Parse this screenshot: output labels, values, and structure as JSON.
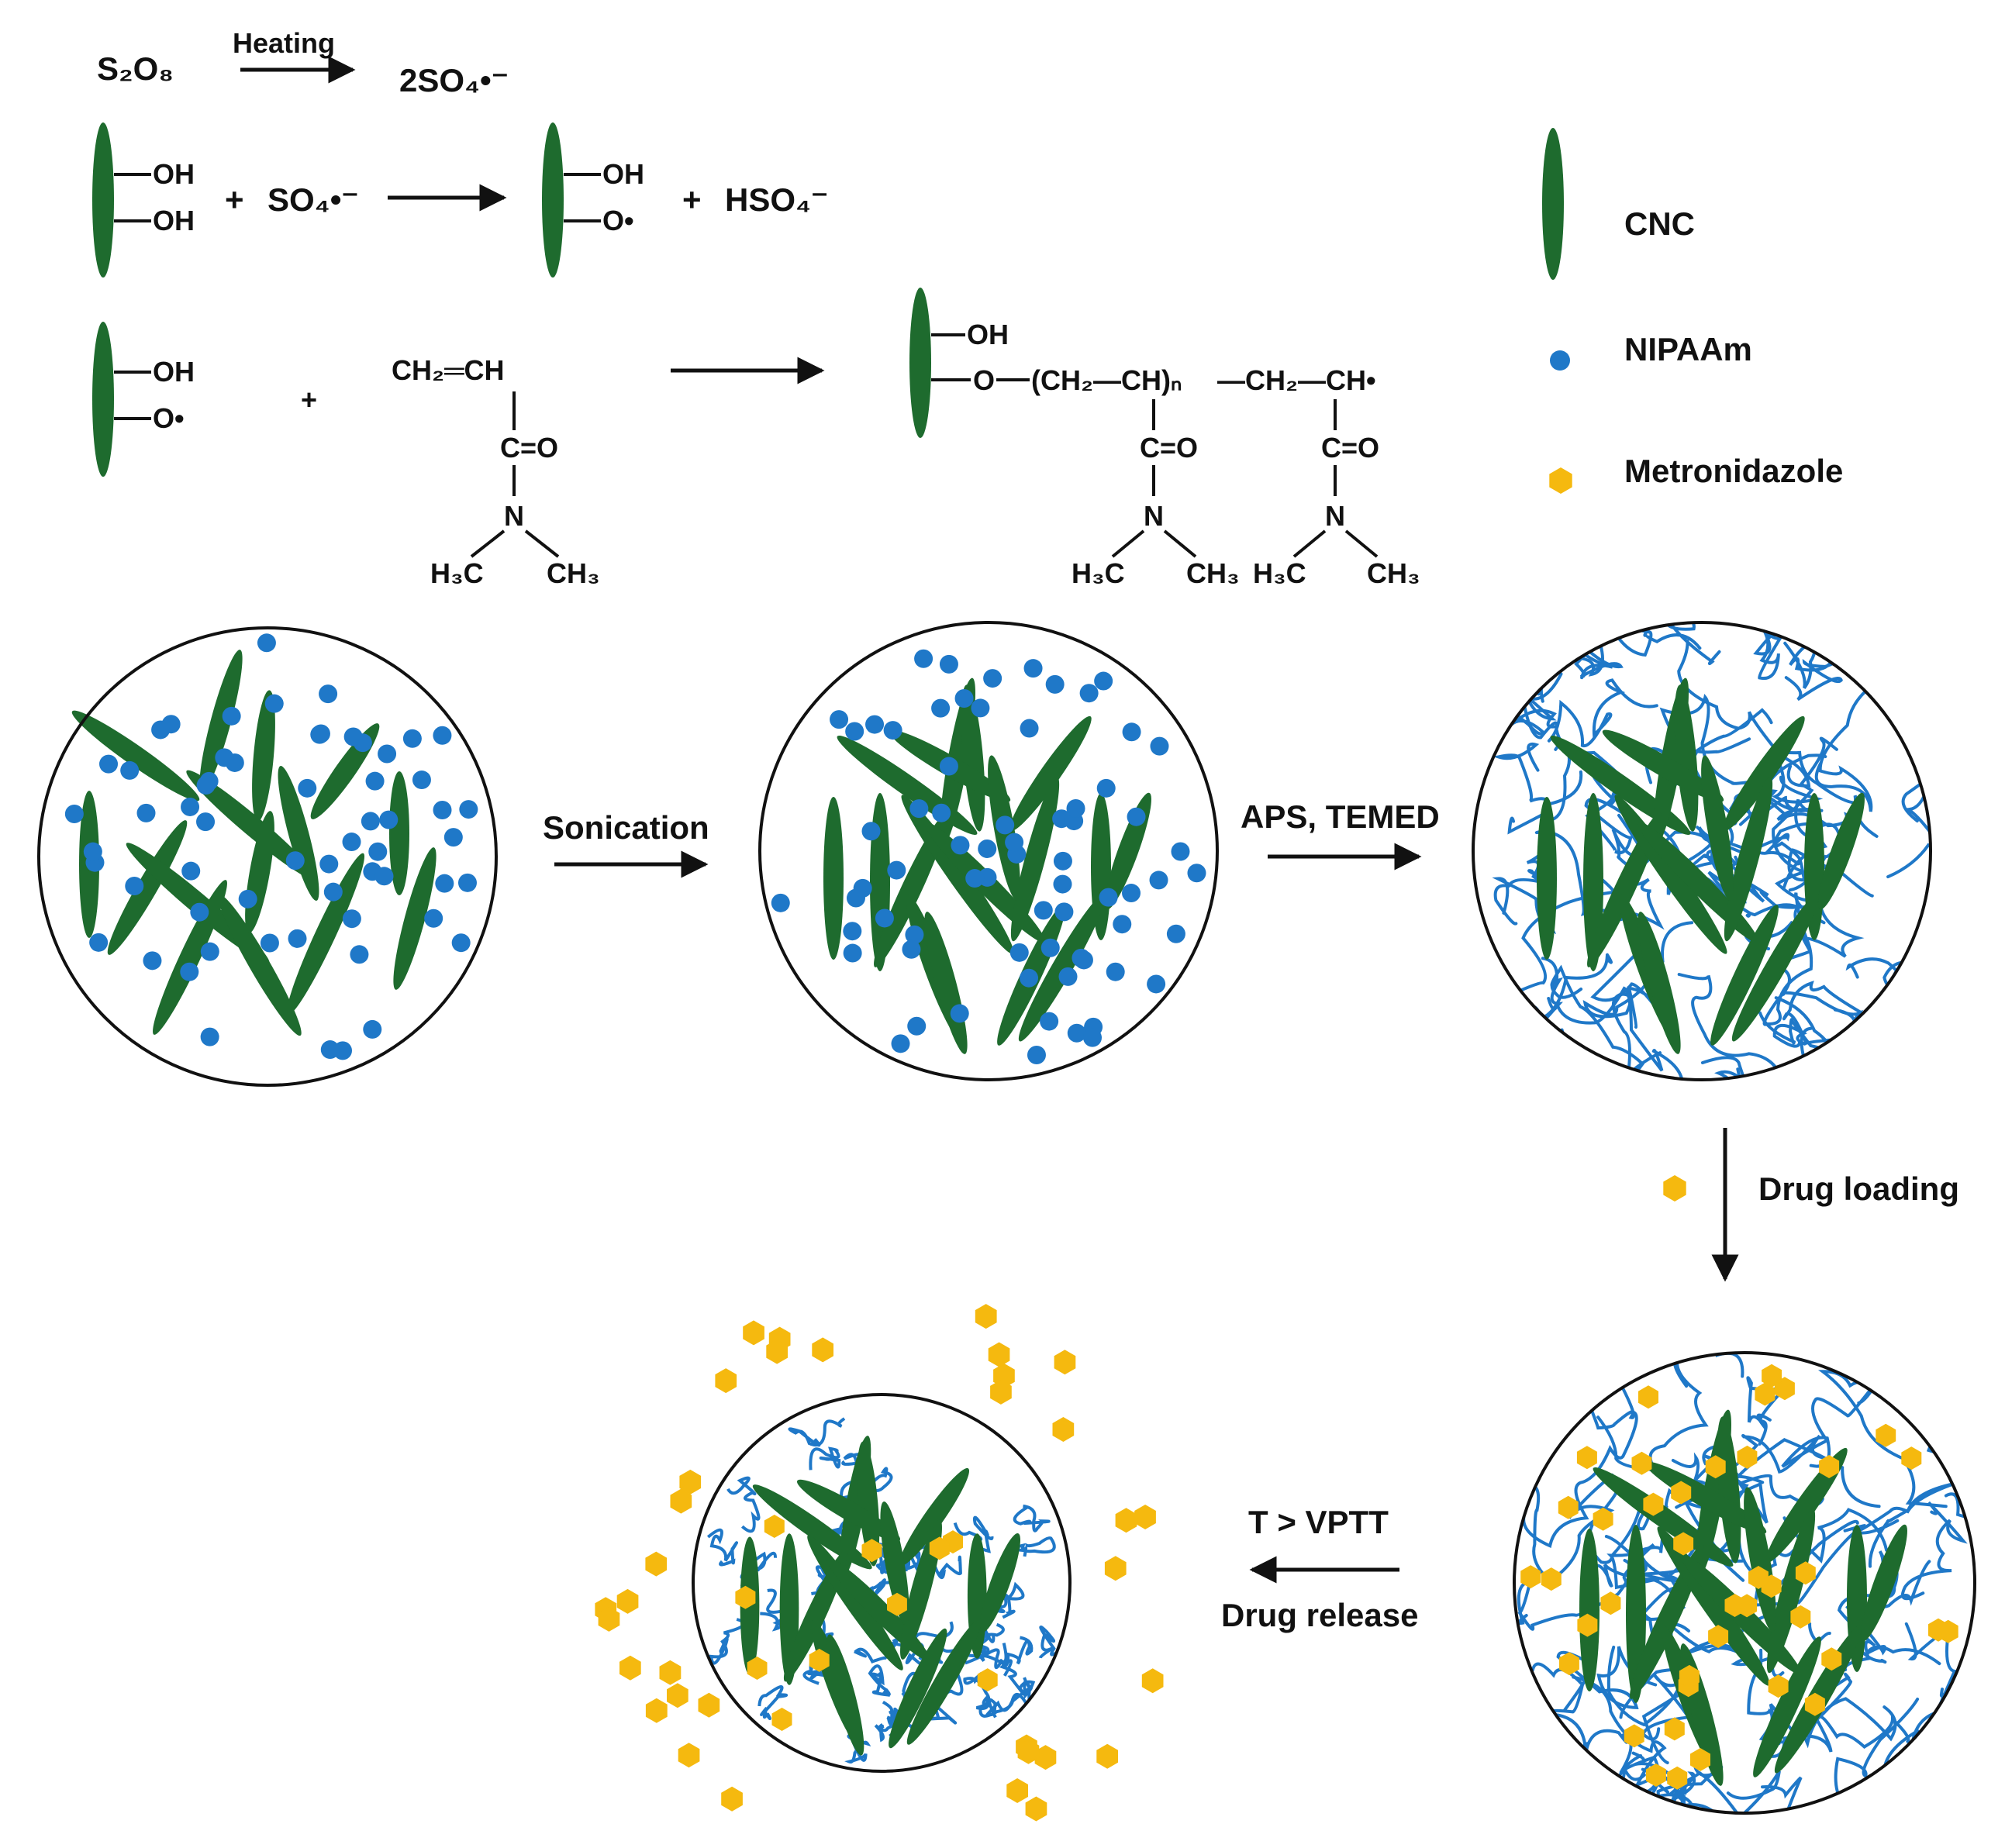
{
  "colors": {
    "cnc": "#1e6b2e",
    "nipaam": "#1f78c8",
    "metronidazole": "#f5b90f",
    "network": "#1f78c8",
    "outline": "#111111"
  },
  "legend": {
    "cnc": "CNC",
    "nipaam": "NIPAAm",
    "metronidazole": "Metronidazole"
  },
  "steps": {
    "heating": "Heating",
    "sonication": "Sonication",
    "aps_temed": "APS, TEMED",
    "drug_loading": "Drug loading",
    "t_vptt": "T > VPTT",
    "drug_release": "Drug release"
  },
  "chemistry": {
    "s2o8": "S₂O₈",
    "two_so4_radical": "2SO₄•⁻",
    "oh": "OH",
    "plus": "+",
    "so4_radical": "SO₄•⁻",
    "o_radical": "O•",
    "hso4": "HSO₄⁻",
    "vinyl": "CH₂═CH",
    "carbonyl": "C=O",
    "nitrogen": "N",
    "h3c": "H₃C",
    "ch3": "CH₃",
    "o": "O",
    "polymer_repeat": "(CH₂—CH)ₙ",
    "chain_end": "—CH₂—CH•"
  }
}
